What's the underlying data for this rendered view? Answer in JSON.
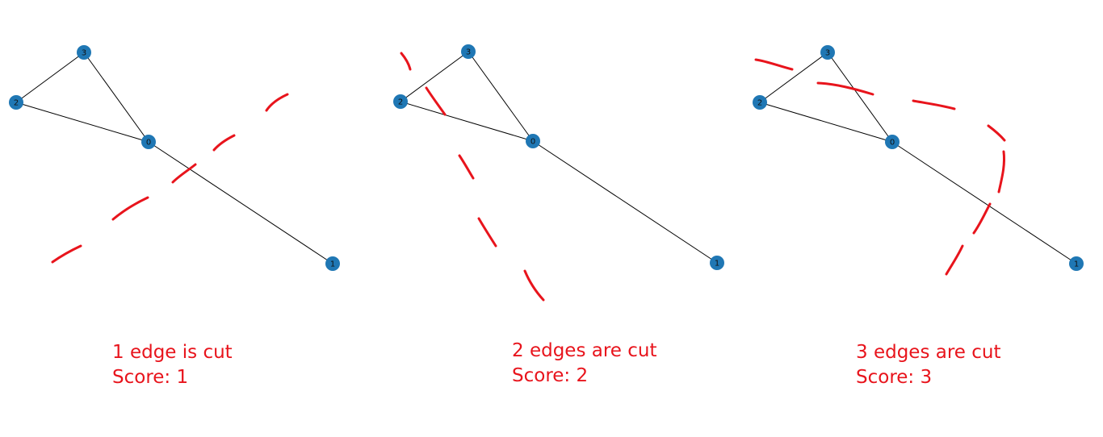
{
  "colors": {
    "node_fill": "#1f77b4",
    "edge_stroke": "#000000",
    "cut_stroke": "#e8141c"
  },
  "graph": {
    "nodes": [
      "0",
      "1",
      "2",
      "3"
    ],
    "edges": [
      [
        "0",
        "1"
      ],
      [
        "0",
        "2"
      ],
      [
        "0",
        "3"
      ],
      [
        "2",
        "3"
      ]
    ]
  },
  "panels": [
    {
      "caption_line1": "1 edge is cut",
      "caption_line2": "Score: 1",
      "cut_edges": [
        [
          "0",
          "1"
        ]
      ]
    },
    {
      "caption_line1": "2 edges are cut",
      "caption_line2": "Score: 2",
      "cut_edges": [
        [
          "0",
          "2"
        ],
        [
          "2",
          "3"
        ]
      ]
    },
    {
      "caption_line1": "3 edges are cut",
      "caption_line2": "Score: 3",
      "cut_edges": [
        [
          "0",
          "1"
        ],
        [
          "0",
          "3"
        ],
        [
          "2",
          "3"
        ]
      ]
    }
  ]
}
